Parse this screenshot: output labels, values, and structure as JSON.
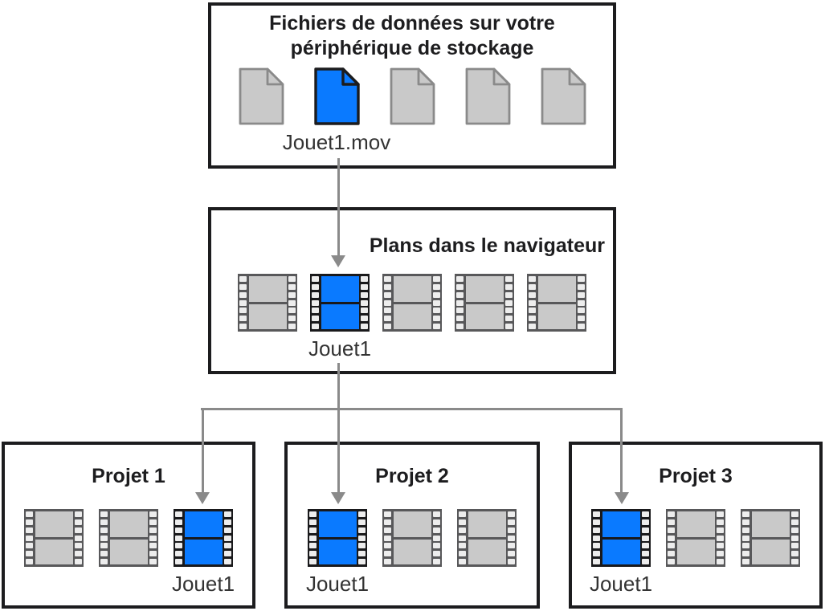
{
  "colors": {
    "accent_blue": "#0a7aff",
    "gray_fill": "#c9c9c9",
    "gray_stroke": "#8a8a8a",
    "blue_stroke": "#1c1c1e",
    "strip_gray_body": "#58585a",
    "strip_blue_body": "#19191b",
    "hole_color": "#ededed",
    "arrow_gray": "#8a8a8a",
    "box_border": "#1c1c1e",
    "title_color": "#1d1d1f",
    "label_color": "#333333"
  },
  "storage_box": {
    "title": "Fichiers de données sur votre périphérique de stockage",
    "items": [
      {
        "kind": "file",
        "state": "gray"
      },
      {
        "kind": "file",
        "state": "blue",
        "label": "Jouet1.mov"
      },
      {
        "kind": "file",
        "state": "gray"
      },
      {
        "kind": "file",
        "state": "gray"
      },
      {
        "kind": "file",
        "state": "gray"
      }
    ]
  },
  "browser_box": {
    "title": "Plans dans le navigateur",
    "items": [
      {
        "kind": "clip",
        "state": "gray"
      },
      {
        "kind": "clip",
        "state": "blue",
        "label": "Jouet1"
      },
      {
        "kind": "clip",
        "state": "gray"
      },
      {
        "kind": "clip",
        "state": "gray"
      },
      {
        "kind": "clip",
        "state": "gray"
      }
    ]
  },
  "projects": [
    {
      "title": "Projet 1",
      "items": [
        {
          "kind": "clip",
          "state": "gray"
        },
        {
          "kind": "clip",
          "state": "gray"
        },
        {
          "kind": "clip",
          "state": "blue",
          "label": "Jouet1"
        }
      ]
    },
    {
      "title": "Projet 2",
      "items": [
        {
          "kind": "clip",
          "state": "blue",
          "label": "Jouet1"
        },
        {
          "kind": "clip",
          "state": "gray"
        },
        {
          "kind": "clip",
          "state": "gray"
        }
      ]
    },
    {
      "title": "Projet 3",
      "items": [
        {
          "kind": "clip",
          "state": "blue",
          "label": "Jouet1"
        },
        {
          "kind": "clip",
          "state": "gray"
        },
        {
          "kind": "clip",
          "state": "gray"
        }
      ]
    }
  ]
}
